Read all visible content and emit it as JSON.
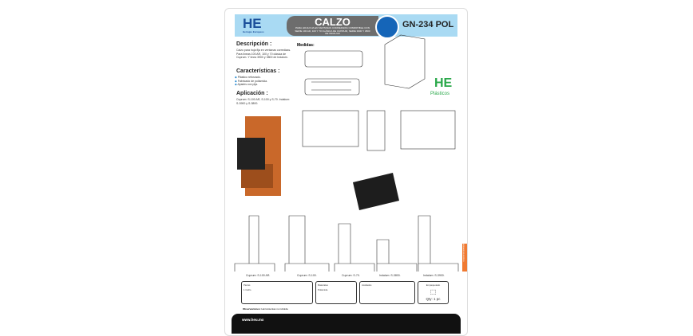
{
  "header": {
    "logo": "HE",
    "logo_sub": "Herrajes Europeos",
    "title": "CALZO",
    "subtitle": "PARA HOJA FIJA EN VENTANAS CORREDIZAS COMPATIBLE CON SERIE 100 AR, 100 Y 70 CLÁSICA DE CUPRUM, SERIE 3900 Y 3800 DE INDALUM",
    "code": "GN-234 POL",
    "accent": "#1565b8",
    "band": "#a9daf3"
  },
  "descripcion": {
    "title": "Descripción :",
    "text": "Calzo para hoja fija en ventanas corredizas. Para líneas 100 AR, 100 y 70 clásica de Cuprum. Y línea 3900 y 3800 de Indalum."
  },
  "caracteristicas": {
    "title": "Características :",
    "items": [
      "Plástico reforzado.",
      "Fabricado de poliamida.",
      "Ajustes con pija."
    ]
  },
  "aplicacion": {
    "title": "Aplicación :",
    "text": "Cuprum: S-100 AR, S-100 y S-70. Indalum: S-3900 y S-3800."
  },
  "medidas": {
    "title": "Medidas:"
  },
  "brand": {
    "logo": "HE",
    "label": "Plásticos"
  },
  "profiles": [
    "Cuprum: S-100 AR.",
    "Cuprum: S-100.",
    "Cuprum: S-70.",
    "Indalum: S-3800.",
    "Indalum: S-3900."
  ],
  "boxes": {
    "piezas_label": "Piezas",
    "piezas_value": "1 Calzo",
    "materiales_label": "Materiales",
    "materiales_value": "Poliamida",
    "acabados_label": "Acabados",
    "empaque_label": "Empaquetado",
    "qty": "Qty: 1 pc"
  },
  "observaciones": {
    "label": "Observaciones:",
    "value": "Herramientas no incluida"
  },
  "footer": {
    "url": "www.heu.mx"
  },
  "side_tab": "HERRAJES EUROPEOS"
}
